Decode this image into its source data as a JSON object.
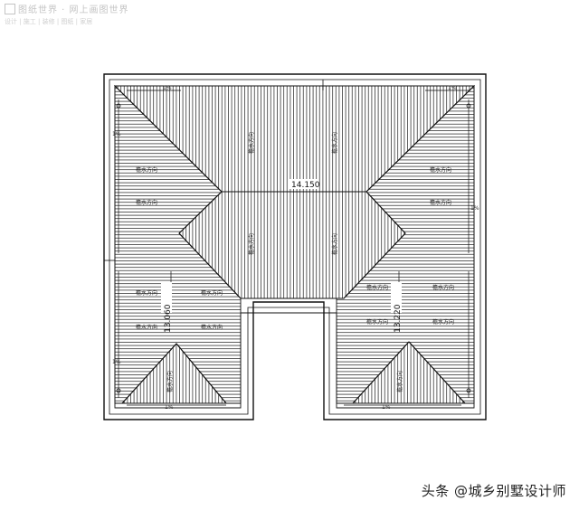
{
  "watermark": {
    "line1": "图纸世界 · 网上画图世界",
    "line2": "设计 | 施工 | 装修 | 图纸 | 家居"
  },
  "drawing": {
    "elevations": {
      "ridge_top": "14.150",
      "left_wing": "13.060",
      "right_wing": "13.220"
    },
    "rafter_label": "檐水方向",
    "slope_label": "1%",
    "slope_label_b": "1%"
  },
  "credit": "头条 @城乡别墅设计师",
  "colors": {
    "line": "#111111",
    "hatch": "#2a2a2a",
    "background": "#ffffff"
  }
}
